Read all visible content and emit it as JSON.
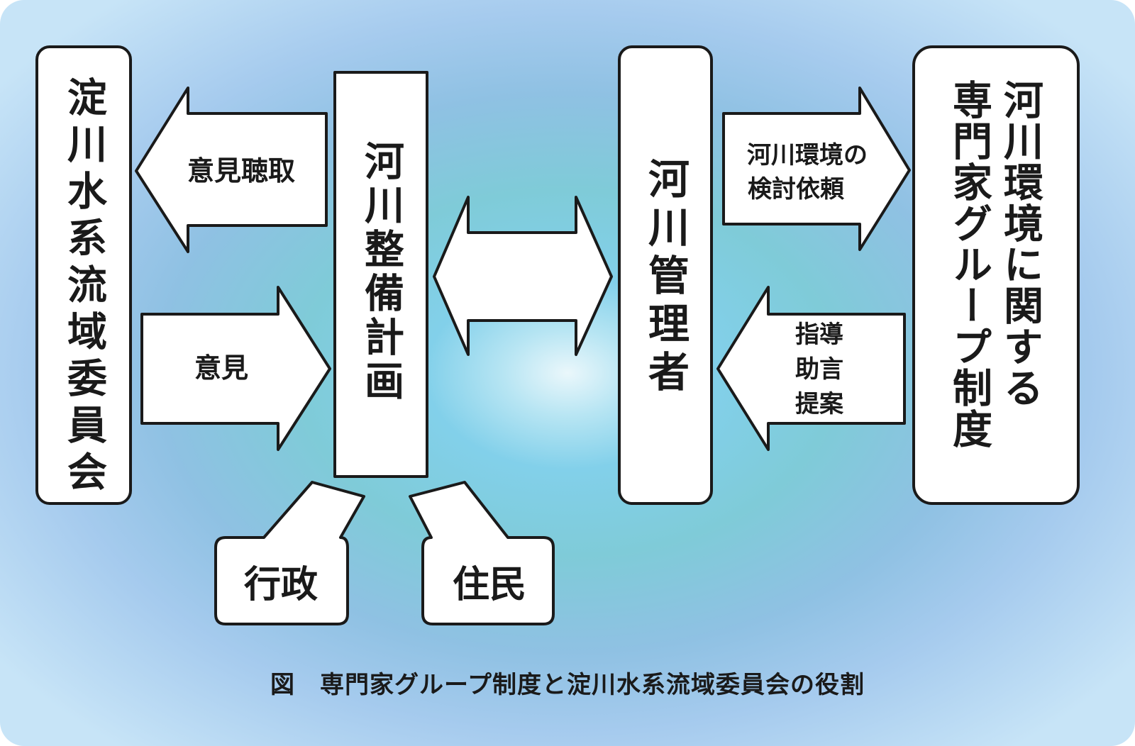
{
  "boxes": {
    "committee": "淀川水系流域委員会",
    "plan": "河川整備計画",
    "manager": "河川管理者",
    "expert_group": [
      "河川環境に関する",
      "専門家グループ制度"
    ]
  },
  "arrows": {
    "hearing": "意見聴取",
    "opinion": "意見",
    "request": [
      "河川環境の",
      "検討依頼"
    ],
    "advice": [
      "指導",
      "助言",
      "提案"
    ]
  },
  "callouts": {
    "administration": "行政",
    "residents": "住民"
  },
  "caption": "図　専門家グループ制度と淀川水系流域委員会の役割"
}
